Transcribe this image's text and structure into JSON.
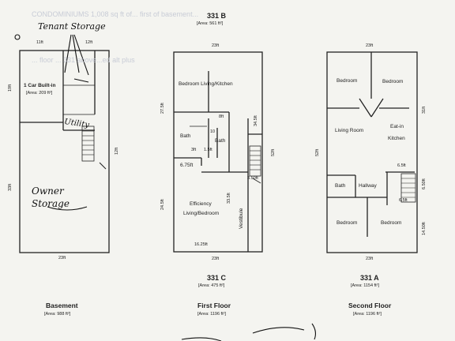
{
  "ghost_text": {
    "line1": "CONDOMINIUMS 1,008 sq ft of... first of basement...",
    "line2": "... floor ... 331 above...ed alt plus"
  },
  "basement": {
    "dims": {
      "top_left": "11ft",
      "top_right": "12ft",
      "left_upper": "19ft",
      "left_lower": "33ft",
      "right": "12ft",
      "bottom": "23ft"
    },
    "garage_label": "1 Car Built-in",
    "garage_area": "[Area: 209 ft²]",
    "handwritten": {
      "tenant": "Tenant Storage",
      "utility": "Utility",
      "owner1": "Owner",
      "owner2": "Storage"
    },
    "floor_label": "Basement",
    "floor_area": "[Area: 988 ft²]"
  },
  "unit_b": {
    "title": "331 B",
    "area": "[Area: 561 ft²]",
    "dims": {
      "top": "23ft",
      "left_upper": "27.5ft",
      "right_upper": "34.5ft",
      "bath_top": "8ft",
      "bath_left": "3ft",
      "bath_right": "1.5ft",
      "closet": "6.75ft",
      "right_mid": "52ft",
      "left_lower": "24.5ft",
      "stair_v": "33.5ft",
      "stair_h": "3.50ft",
      "bottom_inner": "16.25ft",
      "bottom": "23ft"
    },
    "rooms": {
      "bedroom_living": "Bedroom   Living/Kitchen",
      "bath1": "Bath",
      "bath2": "Bath",
      "bath_num": "10",
      "efficiency1": "Efficiency",
      "efficiency2": "Living/Bedroom",
      "vestibule": "Vestibule"
    }
  },
  "unit_c": {
    "title": "331 C",
    "area": "[Area: 475 ft²]"
  },
  "first_floor": {
    "label": "First Floor",
    "area": "[Area: 1196 ft²]"
  },
  "second_floor": {
    "dims": {
      "top": "23ft",
      "right_upper": "31ft",
      "left": "52ft",
      "stair": "6.5ft",
      "right_mid": "6.50ft",
      "right_lower": "14.50ft",
      "small": "6.5ft",
      "bottom": "23ft"
    },
    "rooms": {
      "bed1": "Bedroom",
      "bed2": "Bedroom",
      "living": "Living Room",
      "eatin1": "Eat-in",
      "eatin2": "Kitchen",
      "bath": "Bath",
      "hallway": "Hallway",
      "bed3": "Bedroom",
      "bed4": "Bedroom"
    },
    "unit_title": "331 A",
    "unit_area": "[Area: 1154 ft²]",
    "floor_label": "Second Floor",
    "floor_area": "[Area: 1196 ft²]"
  }
}
